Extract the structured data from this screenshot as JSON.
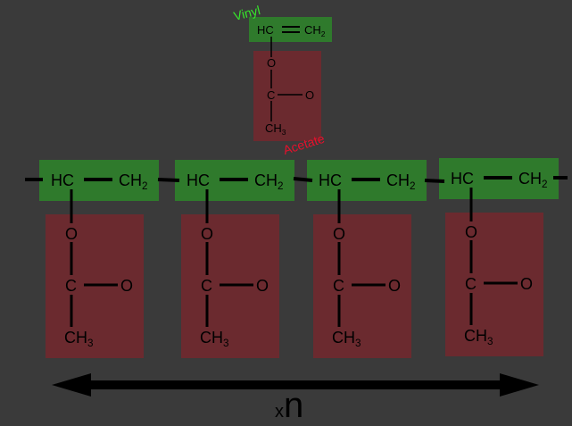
{
  "labels": {
    "vinyl": "Vinyl",
    "acetate": "Acetate"
  },
  "atoms": {
    "hc": "HC",
    "ch": "CH",
    "ch_sub": "2",
    "o": "O",
    "c": "C",
    "ch3": "CH",
    "ch3_sub": "3"
  },
  "multiplier": {
    "x": "x",
    "n": "n"
  },
  "repeat_units": 4,
  "colors": {
    "background": "#3a3a3a",
    "vinyl_group": "#2f7a2c",
    "acetate_group": "#6b2a2f",
    "vinyl_label": "#36e82a",
    "acetate_label": "#e8102c"
  }
}
